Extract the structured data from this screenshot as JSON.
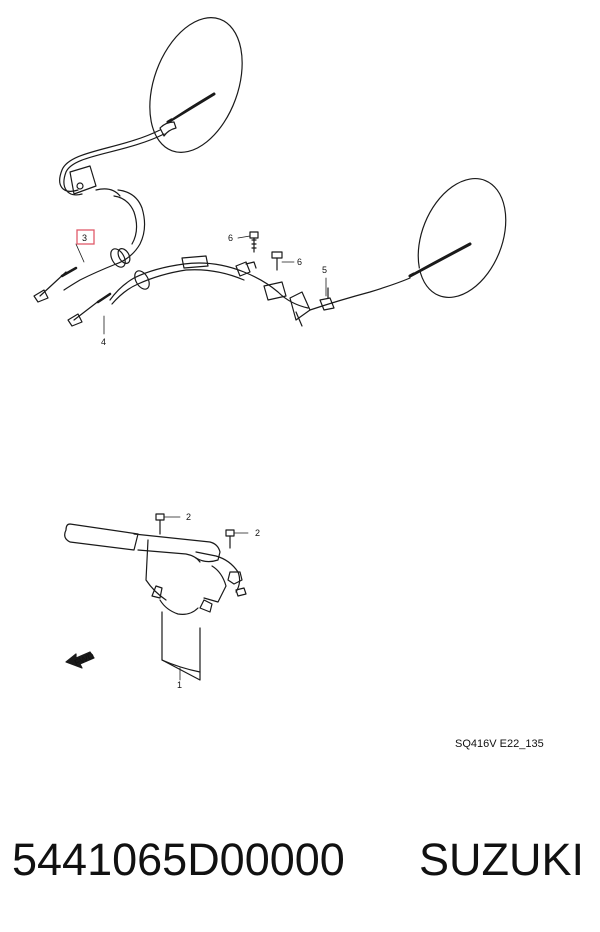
{
  "diagram": {
    "callouts": {
      "c1": "1",
      "c2a": "2",
      "c2b": "2",
      "c3": "3",
      "c4": "4",
      "c5": "5",
      "c6a": "6",
      "c6b": "6"
    },
    "fwd_marker": "FWD",
    "reference_code": "SQ416V E22_135"
  },
  "footer": {
    "part_number": "5441065D00000",
    "brand": "SUZUKI"
  },
  "colors": {
    "highlight_box": "#e05a6a",
    "line": "#1a1a1a"
  }
}
